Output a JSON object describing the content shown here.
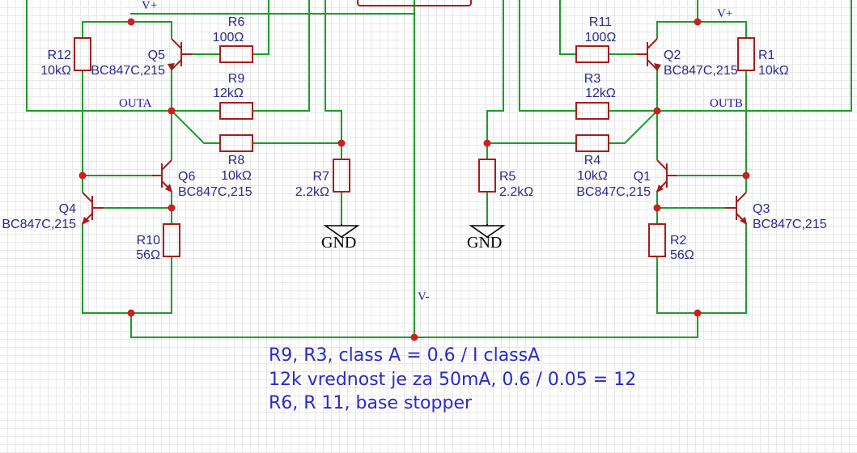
{
  "nets": {
    "vplus": "V+",
    "vminus": "V-",
    "outa": "OUTA",
    "outb": "OUTB",
    "gnd": "GND"
  },
  "components": {
    "R6": {
      "ref": "R6",
      "value": "100Ω"
    },
    "R9": {
      "ref": "R9",
      "value": "12kΩ"
    },
    "R8": {
      "ref": "R8",
      "value": "10kΩ"
    },
    "R7": {
      "ref": "R7",
      "value": "2.2kΩ"
    },
    "R10": {
      "ref": "R10",
      "value": "56Ω"
    },
    "R12": {
      "ref": "R12",
      "value": "10kΩ"
    },
    "R11": {
      "ref": "R11",
      "value": "100Ω"
    },
    "R3": {
      "ref": "R3",
      "value": "12kΩ"
    },
    "R4": {
      "ref": "R4",
      "value": "10kΩ"
    },
    "R5": {
      "ref": "R5",
      "value": "2.2kΩ"
    },
    "R2": {
      "ref": "R2",
      "value": "56Ω"
    },
    "R1": {
      "ref": "R1",
      "value": "10kΩ"
    },
    "Q5": {
      "ref": "Q5",
      "value": "BC847C,215"
    },
    "Q6": {
      "ref": "Q6",
      "value": "BC847C,215"
    },
    "Q4": {
      "ref": "Q4",
      "value": "BC847C,215"
    },
    "Q2": {
      "ref": "Q2",
      "value": "BC847C,215"
    },
    "Q1": {
      "ref": "Q1",
      "value": "BC847C,215"
    },
    "Q3": {
      "ref": "Q3",
      "value": "BC847C,215"
    }
  },
  "notes": [
    "R9, R3, class A = 0.6 / I classA",
    "12k vrednost je za 50mA, 0.6 / 0.05 = 12",
    "R6, R 11, base stopper"
  ],
  "colors": {
    "wire": "#1d9a2b",
    "component": "#a51d1d",
    "junction": "#cc1f1f",
    "label": "#2a2a8c",
    "note": "#2a2acc"
  }
}
